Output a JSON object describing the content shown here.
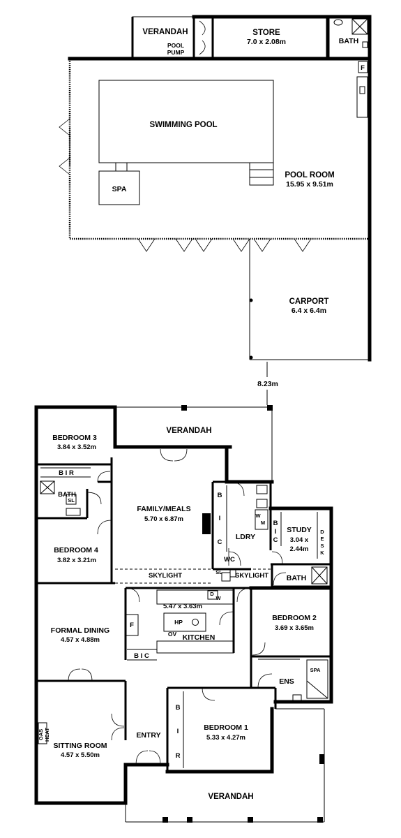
{
  "plan": {
    "rooms": {
      "verandah_top": {
        "name": "VERANDAH"
      },
      "pool_pump": {
        "line1": "POOL",
        "line2": "PUMP"
      },
      "store": {
        "name": "STORE",
        "dims": "7.0 x 2.08m"
      },
      "bath_top": {
        "name": "BATH"
      },
      "fridge_top": {
        "name": "F"
      },
      "swimming_pool": {
        "name": "SWIMMING POOL"
      },
      "spa_top": {
        "name": "SPA"
      },
      "pool_room": {
        "name": "POOL ROOM",
        "dims": "15.95 x 9.51m"
      },
      "carport": {
        "name": "CARPORT",
        "dims": "6.4 x 6.4m"
      },
      "gap": {
        "dims": "8.23m"
      },
      "bedroom3": {
        "name": "BEDROOM 3",
        "dims": "3.84 x 3.52m"
      },
      "verandah_rear": {
        "name": "VERANDAH"
      },
      "bir_b3": {
        "label": "B  I  R"
      },
      "bath_mid": {
        "name": "BATH",
        "sl": "SL"
      },
      "family": {
        "name": "FAMILY/MEALS",
        "dims": "5.70 x 6.87m"
      },
      "bic_family": {
        "b": "B",
        "i": "I",
        "c": "C"
      },
      "ldry": {
        "name": "LDRY",
        "w": "W",
        "m": "M"
      },
      "bic_study": {
        "b": "B",
        "i": "I",
        "c": "C"
      },
      "study": {
        "name": "STUDY",
        "dims1": "3.04 x",
        "dims2": "2.44m",
        "desk": [
          "D",
          "E",
          "S",
          "K"
        ]
      },
      "bedroom4": {
        "name": "BEDROOM 4",
        "dims": "3.82 x 3.21m"
      },
      "wc": {
        "name": "WC"
      },
      "skylight_left": {
        "name": "SKYLIGHT"
      },
      "skylight_right": {
        "name": "SKYLIGHT"
      },
      "sl_right": {
        "name": "SL"
      },
      "bath_right": {
        "name": "BATH"
      },
      "kitchen": {
        "name": "KITCHEN",
        "dims": "5.47 x 3.63m",
        "hp": "HP",
        "ov": "OV",
        "d": "D",
        "w": "W",
        "fridge": "F"
      },
      "formal_dining": {
        "name": "FORMAL DINING",
        "dims": "4.57 x 4.88m"
      },
      "bic_hall": {
        "label": "B I C"
      },
      "bedroom2": {
        "name": "BEDROOM 2",
        "dims": "3.69 x 3.65m"
      },
      "ens": {
        "name": "ENS"
      },
      "spa_ens": {
        "name": "SPA"
      },
      "bir_b1": {
        "b": "B",
        "i": "I",
        "r": "R"
      },
      "bedroom1": {
        "name": "BEDROOM 1",
        "dims": "5.33 x 4.27m"
      },
      "gas_heat": {
        "line1": "GAS",
        "line2": "HEAT"
      },
      "sitting": {
        "name": "SITTING ROOM",
        "dims": "4.57 x 5.50m"
      },
      "entry": {
        "name": "ENTRY"
      },
      "verandah_front": {
        "name": "VERANDAH"
      }
    }
  }
}
